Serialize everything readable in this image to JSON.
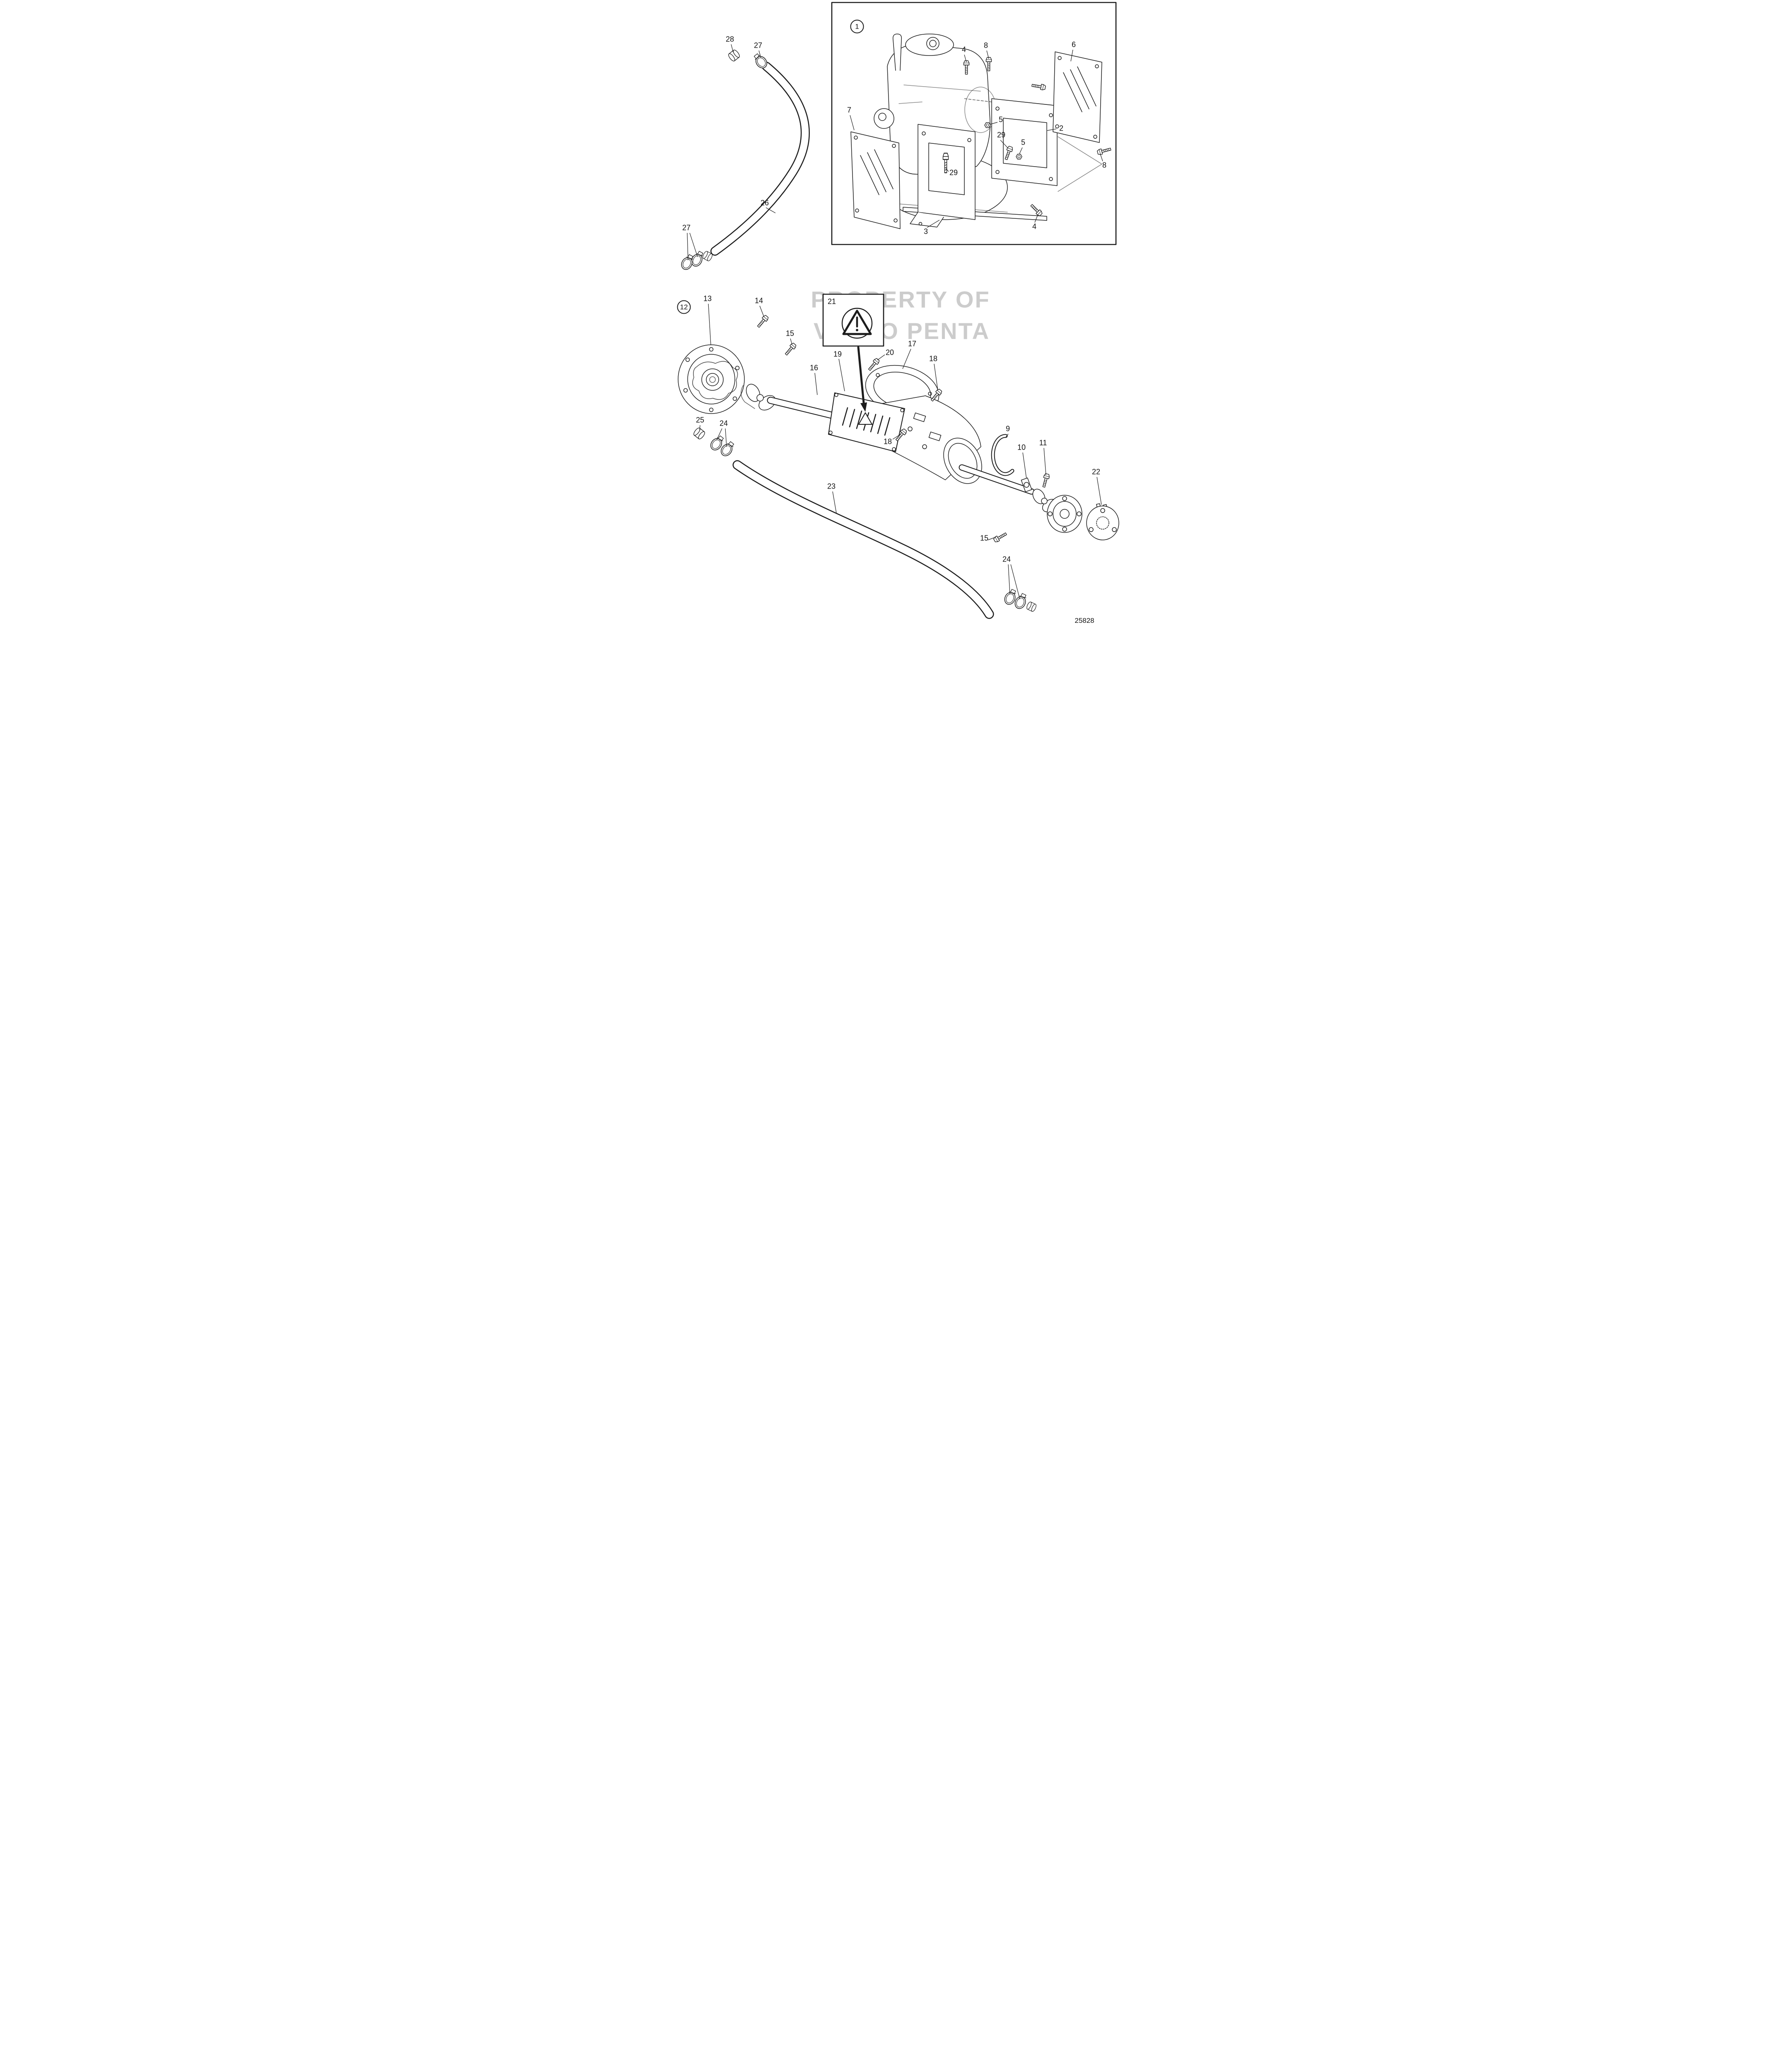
{
  "page": {
    "drawing_number": "25828",
    "watermark": {
      "line1": "PROPERTY OF",
      "line2": "VOLVO PENTA"
    }
  },
  "inset_view": {
    "view_number": "1",
    "callouts": [
      {
        "label": "4"
      },
      {
        "label": "8"
      },
      {
        "label": "6"
      },
      {
        "label": "7"
      },
      {
        "label": "5"
      },
      {
        "label": "2"
      },
      {
        "label": "29"
      },
      {
        "label": "5"
      },
      {
        "label": "8"
      },
      {
        "label": "29"
      },
      {
        "label": "3"
      },
      {
        "label": "4"
      }
    ]
  },
  "hose_assembly": {
    "callouts": [
      {
        "label": "28"
      },
      {
        "label": "27"
      },
      {
        "label": "26"
      },
      {
        "label": "27"
      }
    ]
  },
  "main_view": {
    "view_number": "12",
    "warning_box": {
      "label": "21"
    },
    "callouts": [
      {
        "label": "13"
      },
      {
        "label": "14"
      },
      {
        "label": "15"
      },
      {
        "label": "19"
      },
      {
        "label": "20"
      },
      {
        "label": "17"
      },
      {
        "label": "18"
      },
      {
        "label": "16"
      },
      {
        "label": "18"
      },
      {
        "label": "9"
      },
      {
        "label": "10"
      },
      {
        "label": "11"
      },
      {
        "label": "22"
      },
      {
        "label": "25"
      },
      {
        "label": "24"
      },
      {
        "label": "23"
      },
      {
        "label": "15"
      },
      {
        "label": "24"
      }
    ]
  }
}
